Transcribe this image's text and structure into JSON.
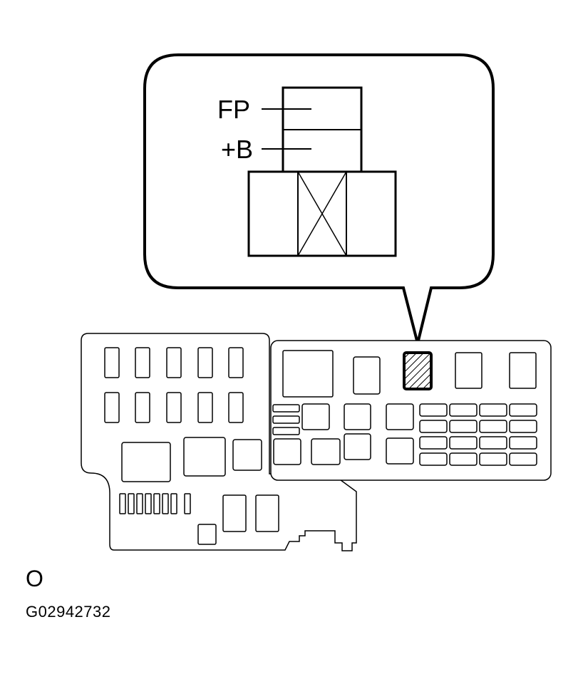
{
  "callout": {
    "terminal_top": "FP",
    "terminal_bottom": "+B"
  },
  "view_letter": "O",
  "figure_code": "G02942732",
  "colors": {
    "stroke": "#000000",
    "background": "#ffffff"
  }
}
